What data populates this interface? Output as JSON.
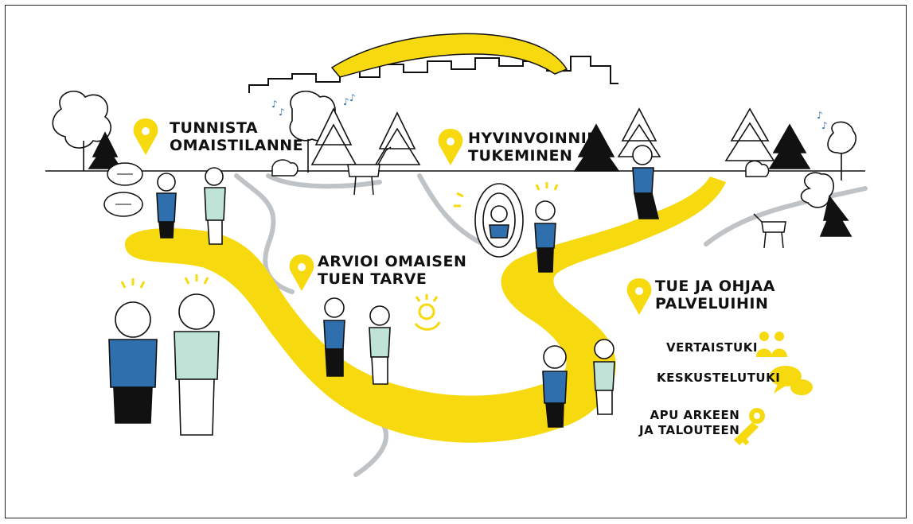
{
  "colors": {
    "path": "#f6d90f",
    "accent_blue": "#2f6fad",
    "shirt_mint": "#bfe3d6",
    "ink": "#111111",
    "stream": "#cfd2d4"
  },
  "steps": [
    {
      "line1": "TUNNISTA",
      "line2": "OMAISTILANNE",
      "icon": "location-pin-icon"
    },
    {
      "line1": "ARVIOI OMAISEN",
      "line2": "TUEN TARVE",
      "icon": "location-pin-icon"
    },
    {
      "line1": "HYVINVOINNIN",
      "line2": "TUKEMINEN",
      "icon": "location-pin-icon"
    },
    {
      "line1": "TUE JA OHJAA",
      "line2": "PALVELUIHIN",
      "icon": "location-pin-icon"
    }
  ],
  "services": [
    {
      "label": "VERTAISTUKI",
      "icon": "peer-support-people-icon"
    },
    {
      "label": "KESKUSTELUTUKI",
      "icon": "speech-bubbles-icon"
    },
    {
      "line1": "APU ARKEEN",
      "line2": "JA TALOUTEEN",
      "icon": "key-icon"
    }
  ]
}
